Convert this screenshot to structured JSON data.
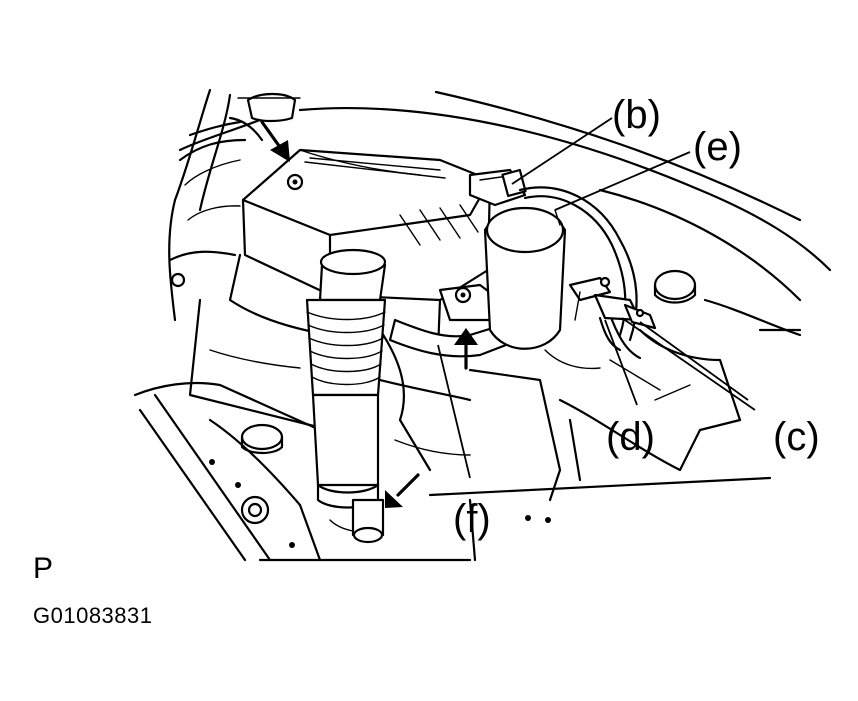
{
  "callouts": {
    "b": "(b)",
    "e": "(e)",
    "d": "(d)",
    "c": "(c)",
    "f": "(f)"
  },
  "view_mark": "P",
  "figure_code": "G01083831",
  "colors": {
    "ink": "#000000",
    "paper": "#ffffff"
  }
}
